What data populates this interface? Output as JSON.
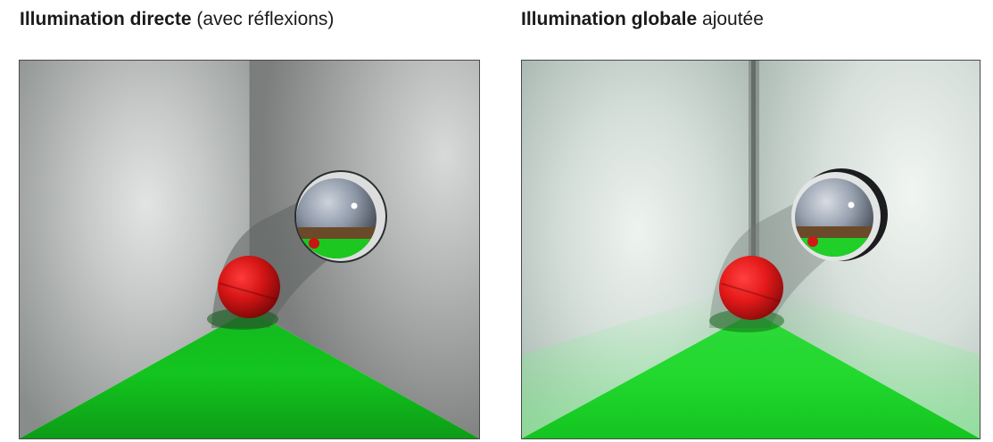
{
  "captions": {
    "left": {
      "bold": "Illumination directe",
      "rest": " (avec réflexions)"
    },
    "right": {
      "bold": "Illumination globale",
      "rest": " ajoutée"
    }
  },
  "colors": {
    "floor_green": "#12c91e",
    "red_sphere": "#c81414",
    "left_wall_direct": "#9a9e9c",
    "left_wall_global": "#c9d4cf"
  }
}
